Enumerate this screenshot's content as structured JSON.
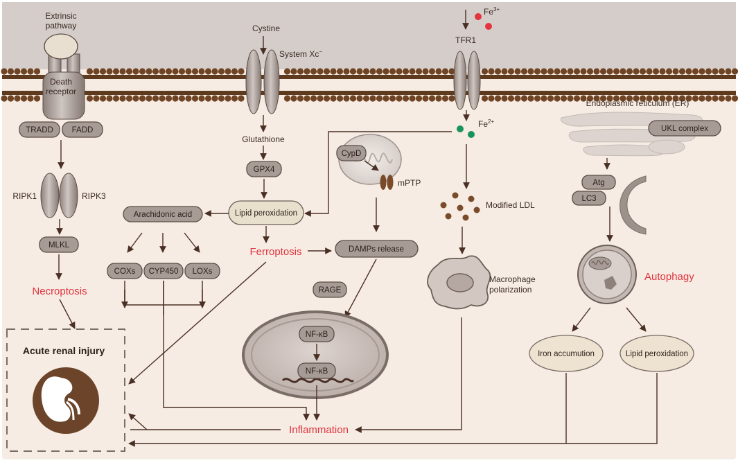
{
  "colors": {
    "extracellular": "#d4cdca",
    "cytoplasm": "#f6ece3",
    "membrane_bead": "#6f4424",
    "protein": "#a59994",
    "highlight_text": "#e0343f",
    "fe3": "#e3343f",
    "fe2": "#17945b"
  },
  "labels": {
    "extrinsic": [
      "Extrinsic",
      "pathway"
    ],
    "death_receptor": [
      "Death",
      "receptor"
    ],
    "tradd": "TRADD",
    "fadd": "FADD",
    "ripk1": "RIPK1",
    "ripk3": "RIPK3",
    "mlkl": "MLKL",
    "necroptosis": "Necroptosis",
    "acute_renal_injury": "Acute renal injury",
    "cystine": "Cystine",
    "system_xc": "System Xc",
    "system_xc_sup": "−",
    "glutathione": "Glutathione",
    "gpx4": "GPX4",
    "lipid_peroxidation": "Lipid peroxidation",
    "arachidonic_acid": "Arachidonic acid",
    "coxs": "COXs",
    "cyp450": "CYP450",
    "loxs": "LOXs",
    "ferroptosis": "Ferroptosis",
    "cypd": "CypD",
    "mptp": "mPTP",
    "damps_release": "DAMPs release",
    "rage": "RAGE",
    "nfkb_top": "NF-κB",
    "nfkb_bottom": "NF-κB",
    "inflammation": "Inflammation",
    "fe3": "Fe",
    "fe3_sup": "3+",
    "tfr1": "TFR1",
    "fe2": "Fe",
    "fe2_sup": "2+",
    "modified_ldl": "Modified LDL",
    "macrophage_polarization": [
      "Macrophage",
      "polarization"
    ],
    "er": "Endoplasmic reticulum (ER)",
    "ukl_complex": "UKL complex",
    "atg": "Atg",
    "lc3": "LC3",
    "autophagy": "Autophagy",
    "iron_accumulation": "Iron accumution",
    "lipid_peroxidation_2": "Lipid peroxidation"
  },
  "icons": [
    "kidney-icon",
    "mitochondrion-icon",
    "macrophage-icon",
    "autophagosome-icon",
    "nucleus-icon"
  ]
}
